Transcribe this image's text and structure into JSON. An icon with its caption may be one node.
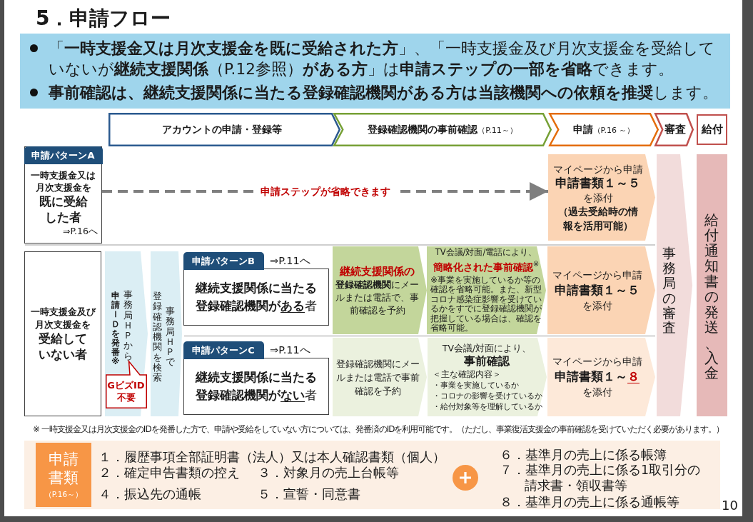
{
  "diagram": {
    "title": "5．申請フロー",
    "nodes": [
      {
        "text": [
          "「**一時支援金又は月次支援金を既に受給された方**」、「一時支援金及び月次支援金を受給していないが**継続支援関係**（P.12参照）**がある方**」は**申請ステップの一部を省略**できます。",
          "**事前確認は、継続支援関係に当たる登録確認機関がある方は当該機関への依頼を推奨**します。"
        ]
      },
      {
        "text": [
          "アカウントの申請・登録等"
        ]
      },
      {
        "text": [
          "登録確認機関の事前確認",
          "（P.11～）"
        ]
      },
      {
        "text": [
          "申請",
          "（P.16 ～）"
        ]
      },
      {
        "text": [
          "審査"
        ]
      },
      {
        "text": [
          "給付"
        ]
      },
      {
        "text": [
          "申請パターンA",
          "一時支援金又は月次支援金を",
          "既に受給した者",
          "⇒P.16へ"
        ]
      },
      {
        "text": [
          "マイページから申請",
          "申請書類１～５",
          "を添付",
          "（過去受給時の情報を活用可能）"
        ]
      },
      {
        "text": [
          "事務局の審査"
        ]
      },
      {
        "text": [
          "給付通知書の発送、入金"
        ]
      },
      {
        "text": [
          "一時支援金及び月次支援金を",
          "受給していない者"
        ]
      },
      {
        "text": [
          "申請ＩＤを発番※",
          "事務局ＨＰから"
        ]
      },
      {
        "text": [
          "GビズID不要"
        ],
        "in": 11
      },
      {
        "text": [
          "登録確認機関を検索",
          "事務局ＨＰで"
        ]
      },
      {
        "text": [
          "申請パターンB",
          "継続支援関係に当たる登録確認機関が",
          "ある",
          "者"
        ],
        "beside": [
          "⇒P.11へ"
        ]
      },
      {
        "text": [
          "継続支援関係の",
          "**登録確認機関**にメールまたは電話で、事前確認を予約"
        ]
      },
      {
        "text": [
          "TV会議/対面/電話により、",
          "簡略化された事前確認$^{※}$",
          "※事業を実施しているか等の確認を省略可能。また、新型コロナ感染症影響を受けているかをすでに登録確認機関が把握している場合は、確認を省略可能。"
        ]
      },
      {
        "text": [
          "マイページから申請",
          "申請書類１～５",
          "を添付"
        ]
      },
      {
        "text": [
          "申請パターンC",
          "継続支援関係に当たる登録確認機関が",
          "ない",
          "者"
        ],
        "beside": [
          "⇒P.11へ"
        ]
      },
      {
        "text": [
          "登録確認機関にメールまたは電話で事前確認を予約"
        ]
      },
      {
        "text": [
          "TV会議/対面により、",
          "事前確認",
          "＜主な確認内容＞",
          "・事業を実施しているか",
          "・コロナの影響を受けているか",
          "・給付対象等を理解しているか"
        ]
      },
      {
        "text": [
          "マイページから申請",
          "申請書類１～",
          "８",
          "を添付"
        ]
      },
      {
        "text": [
          "１．履歴事項全部証明書（法人）又は本人確認書類（個人）",
          "２．確定申告書類の控え",
          "３．対象月の売上台帳等",
          "４．振込先の通帳",
          "５．宣誓・同意書",
          "６．基準月の売上に係る帳簿",
          "７．基準月の売上に係る1取引分の請求書・領収書等",
          "８．基準月の売上に係る通帳等"
        ]
      },
      {
        "text": [
          "申請書類",
          "（P.16～）"
        ],
        "in": 22
      }
    ],
    "edges": [
      {
        "from": 6,
        "to": 7,
        "arrow": "to",
        "label": "申請ステップが省略できます",
        "style": "dashed"
      }
    ],
    "labels": [
      "※ 一時支援金又は月次支援金のIDを発番した方で、申請や受給をしていない方については、発番済のIDを利用可能です。（ただし、事業復活支援金の事前確認を受けていただく必要があります。）",
      "10"
    ]
  }
}
